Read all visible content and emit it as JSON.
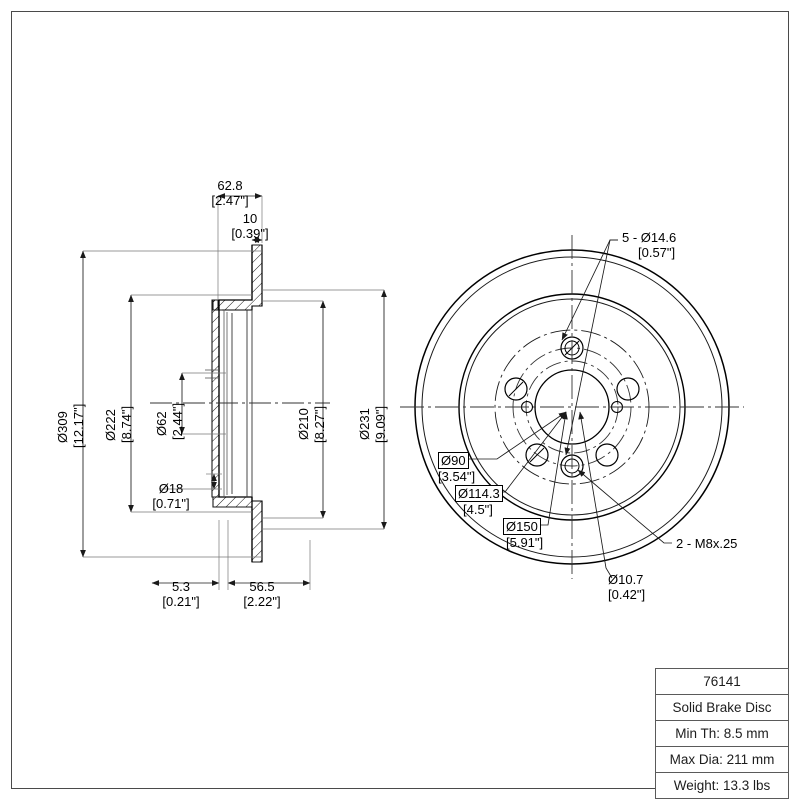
{
  "drawing": {
    "type": "engineering-drawing",
    "subject": "Solid Brake Disc (rotor) — section view and face view",
    "units": "mm with inch equivalents in brackets"
  },
  "title_block": {
    "part_number": "76141",
    "description": "Solid Brake Disc",
    "min_thickness": "Min Th: 8.5 mm",
    "max_diameter": "Max Dia: 211 mm",
    "weight": "Weight: 13.3 lbs"
  },
  "section_view": {
    "top_dims": [
      {
        "name": "overall-width",
        "metric": "62.8",
        "imperial": "[2.47\"]"
      },
      {
        "name": "flange-thickness",
        "metric": "10",
        "imperial": "[0.39\"]"
      }
    ],
    "vertical_dims": [
      {
        "name": "outer-diameter",
        "metric": "Ø309",
        "imperial": "[12.17\"]"
      },
      {
        "name": "braking-surface-outer",
        "metric": "Ø222",
        "imperial": "[8.74\"]"
      },
      {
        "name": "center-bore",
        "metric": "Ø62",
        "imperial": "[2.44\"]"
      },
      {
        "name": "hat-diameter",
        "metric": "Ø210",
        "imperial": "[8.27\"]"
      },
      {
        "name": "pilot-diameter",
        "metric": "Ø231",
        "imperial": "[9.09\"]"
      }
    ],
    "detail_dims": [
      {
        "name": "small-hole",
        "metric": "Ø18",
        "imperial": "[0.71\"]"
      }
    ],
    "bottom_dims": [
      {
        "name": "hat-offset",
        "metric": "5.3",
        "imperial": "[0.21\"]"
      },
      {
        "name": "disc-depth",
        "metric": "56.5",
        "imperial": "[2.22\"]"
      }
    ]
  },
  "face_view": {
    "callouts": [
      {
        "name": "lug-holes",
        "line1": "5 - Ø14.6",
        "line2": "[0.57\"]"
      },
      {
        "name": "bolt-circle",
        "line1": "Ø114.3",
        "line2": "[4.5\"]"
      },
      {
        "name": "hub-recess",
        "line1": "Ø90",
        "line2": "[3.54\"]"
      },
      {
        "name": "hat-face-circle",
        "line1": "Ø150",
        "line2": "[5.91\"]"
      },
      {
        "name": "small-through-hole",
        "line1": "Ø10.7",
        "line2": "[0.42\"]"
      },
      {
        "name": "threaded-holes",
        "line1": "2 - M8x.25",
        "line2": ""
      }
    ]
  }
}
